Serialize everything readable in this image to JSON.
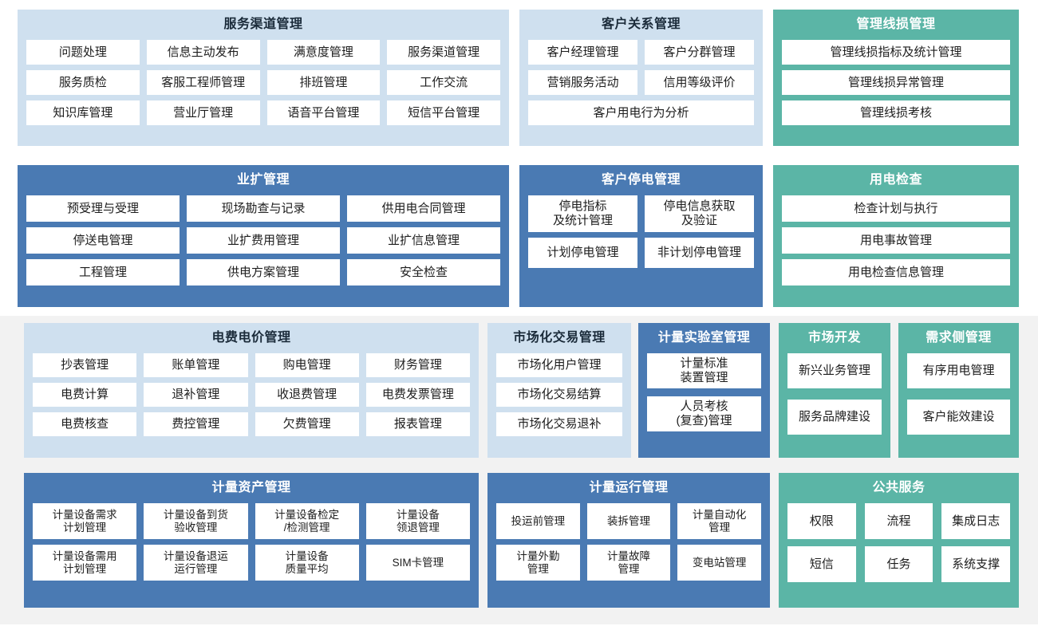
{
  "theme": {
    "page_background": "#ffffff",
    "strip_background": "#f2f2f2",
    "panel_light_blue": "#cfe0ef",
    "panel_blue": "#4a7ab3",
    "panel_teal": "#5bb5a6",
    "tile_background": "#ffffff",
    "tile_text": "#1d1d1d",
    "title_dark_text": "#1b2b3a",
    "title_light_text": "#ffffff"
  },
  "rows": [
    {
      "id": "row1",
      "panels": [
        {
          "id": "service-channel-management",
          "title": "服务渠道管理",
          "style": "blue-light",
          "tiles": [
            "问题处理",
            "信息主动发布",
            "满意度管理",
            "服务渠道管理",
            "服务质检",
            "客服工程师管理",
            "排班管理",
            "工作交流",
            "知识库管理",
            "营业厅管理",
            "语音平台管理",
            "短信平台管理"
          ]
        },
        {
          "id": "customer-relationship-management",
          "title": "客户关系管理",
          "style": "blue-light",
          "tiles": [
            "客户经理管理",
            "客户分群管理",
            "营销服务活动",
            "信用等级评价",
            "客户用电行为分析"
          ]
        },
        {
          "id": "management-line-loss-management",
          "title": "管理线损管理",
          "style": "teal",
          "tiles": [
            "管理线损指标及统计管理",
            "管理线损异常管理",
            "管理线损考核"
          ]
        }
      ]
    },
    {
      "id": "row2",
      "panels": [
        {
          "id": "business-expansion-management",
          "title": "业扩管理",
          "style": "blue-dark",
          "tiles": [
            "预受理与受理",
            "现场勘查与记录",
            "供用电合同管理",
            "停送电管理",
            "业扩费用管理",
            "业扩信息管理",
            "工程管理",
            "供电方案管理",
            "安全检查"
          ]
        },
        {
          "id": "customer-outage-management",
          "title": "客户停电管理",
          "style": "blue-dark",
          "tiles": [
            "停电指标\n及统计管理",
            "停电信息获取\n及验证",
            "计划停电管理",
            "非计划停电管理"
          ]
        },
        {
          "id": "electricity-inspection",
          "title": "用电检查",
          "style": "teal",
          "tiles": [
            "检查计划与执行",
            "用电事故管理",
            "用电检查信息管理"
          ]
        }
      ]
    },
    {
      "id": "row3",
      "panels": [
        {
          "id": "electricity-fee-and-price-management",
          "title": "电费电价管理",
          "style": "blue-light",
          "tiles": [
            "抄表管理",
            "账单管理",
            "购电管理",
            "财务管理",
            "电费计算",
            "退补管理",
            "收退费管理",
            "电费发票管理",
            "电费核查",
            "费控管理",
            "欠费管理",
            "报表管理"
          ]
        },
        {
          "id": "market-transaction-management",
          "title": "市场化交易管理",
          "style": "blue-light",
          "tiles": [
            "市场化用户管理",
            "市场化交易结算",
            "市场化交易退补"
          ]
        },
        {
          "id": "metering-laboratory-management",
          "title": "计量实验室管理",
          "style": "blue-dark",
          "tiles": [
            "计量标准\n装置管理",
            "人员考核\n(复查)管理"
          ]
        },
        {
          "id": "market-development",
          "title": "市场开发",
          "style": "teal",
          "tiles": [
            "新兴业务管理",
            "服务品牌建设"
          ]
        },
        {
          "id": "demand-side-management",
          "title": "需求侧管理",
          "style": "teal",
          "tiles": [
            "有序用电管理",
            "客户能效建设"
          ]
        }
      ]
    },
    {
      "id": "row4",
      "panels": [
        {
          "id": "metering-asset-management",
          "title": "计量资产管理",
          "style": "blue-dark",
          "tiles": [
            "计量设备需求\n计划管理",
            "计量设备到货\n验收管理",
            "计量设备检定\n/检测管理",
            "计量设备\n领退管理",
            "计量设备需用\n计划管理",
            "计量设备退运\n运行管理",
            "计量设备\n质量平均",
            "SIM卡管理"
          ]
        },
        {
          "id": "metering-operation-management",
          "title": "计量运行管理",
          "style": "blue-dark",
          "tiles": [
            "投运前管理",
            "装拆管理",
            "计量自动化\n管理",
            "计量外勤\n管理",
            "计量故障\n管理",
            "变电站管理"
          ]
        },
        {
          "id": "public-services",
          "title": "公共服务",
          "style": "teal",
          "tiles": [
            "权限",
            "流程",
            "集成日志",
            "短信",
            "任务",
            "系统支撑"
          ]
        }
      ]
    }
  ]
}
